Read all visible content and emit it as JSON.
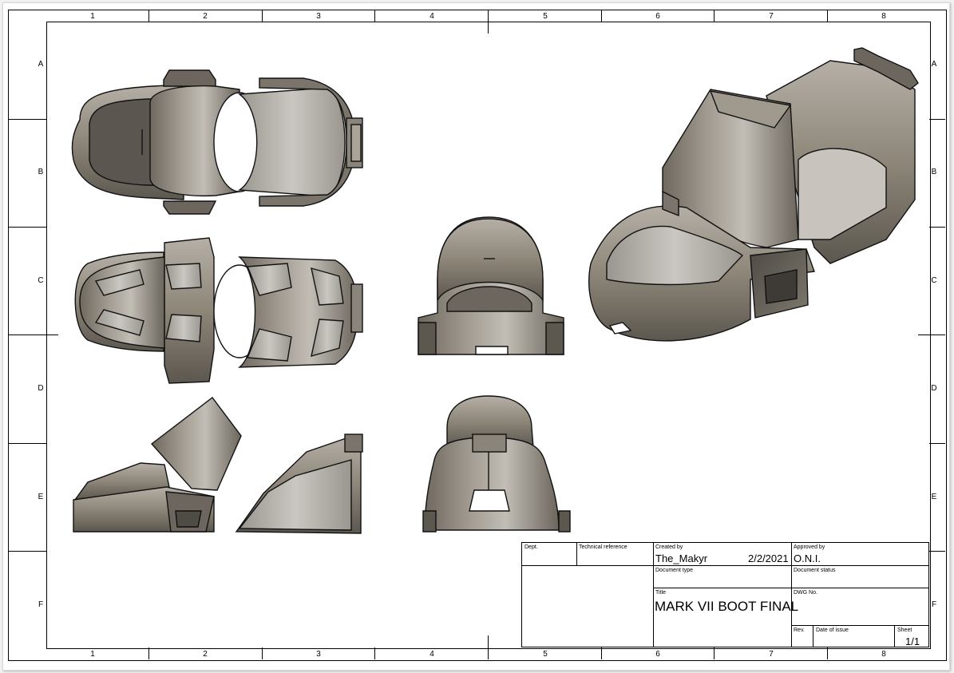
{
  "zones": {
    "columns": [
      "1",
      "2",
      "3",
      "4",
      "5",
      "6",
      "7",
      "8"
    ],
    "rows": [
      "A",
      "B",
      "C",
      "D",
      "E",
      "F"
    ]
  },
  "views": [
    {
      "name": "top-view"
    },
    {
      "name": "bottom-view"
    },
    {
      "name": "front-view"
    },
    {
      "name": "back-view"
    },
    {
      "name": "side-view-exploded"
    },
    {
      "name": "isometric-view"
    }
  ],
  "colors": {
    "part_fill": "#8e877b",
    "part_dark": "#5f5a52",
    "part_light": "#b7b2aa",
    "edge": "#111111",
    "frame": "#000000"
  },
  "title_block": {
    "dept_label": "Dept.",
    "technical_reference_label": "Technical reference",
    "created_by_label": "Created by",
    "created_by": "The_Makyr",
    "date": "2/2/2021",
    "approved_by_label": "Approved by",
    "approved_by": "O.N.I.",
    "document_type_label": "Document type",
    "document_status_label": "Document status",
    "title_label": "Title",
    "title": "MARK VII BOOT FINAL",
    "dwg_no_label": "DWG No.",
    "rev_label": "Rev.",
    "date_of_issue_label": "Date of issue",
    "sheet_label": "Sheet",
    "sheet": "1/1"
  }
}
